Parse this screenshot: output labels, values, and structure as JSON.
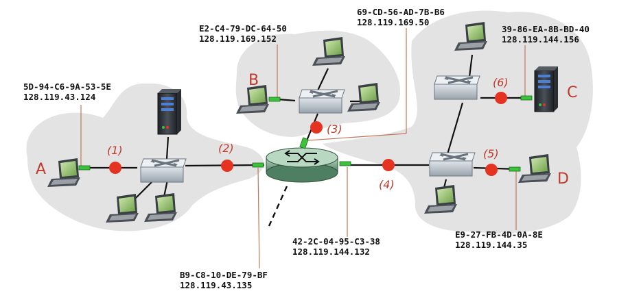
{
  "diagram": {
    "subnet_a_host": {
      "letter": "A",
      "mac": "5D-94-C6-9A-53-5E",
      "ip": "128.119.43.124"
    },
    "subnet_b_host": {
      "letter": "B",
      "mac": "E2-C4-79-DC-64-50",
      "ip": "128.119.169.152"
    },
    "subnet_c_host": {
      "letter": "C",
      "mac": "39-86-EA-8B-BD-40",
      "ip": "128.119.144.156"
    },
    "subnet_d_host": {
      "letter": "D",
      "mac": "E9-27-FB-4D-0A-8E",
      "ip": "128.119.144.35"
    },
    "router_left_iface": {
      "mac": "B9-C8-10-DE-79-BF",
      "ip": "128.119.43.135"
    },
    "router_top_iface": {
      "mac": "69-CD-56-AD-7B-B6",
      "ip": "128.119.169.50"
    },
    "router_right_iface": {
      "mac": "42-2C-04-95-C3-38",
      "ip": "128.119.144.132"
    },
    "link_markers": [
      "(1)",
      "(2)",
      "(3)",
      "(4)",
      "(5)",
      "(6)"
    ],
    "colors": {
      "cloud": "#e3e3e3",
      "marker": "#e53322",
      "label_red": "#c0392b",
      "adapter": "#3cc23c",
      "router": "#5a8f6e"
    }
  }
}
